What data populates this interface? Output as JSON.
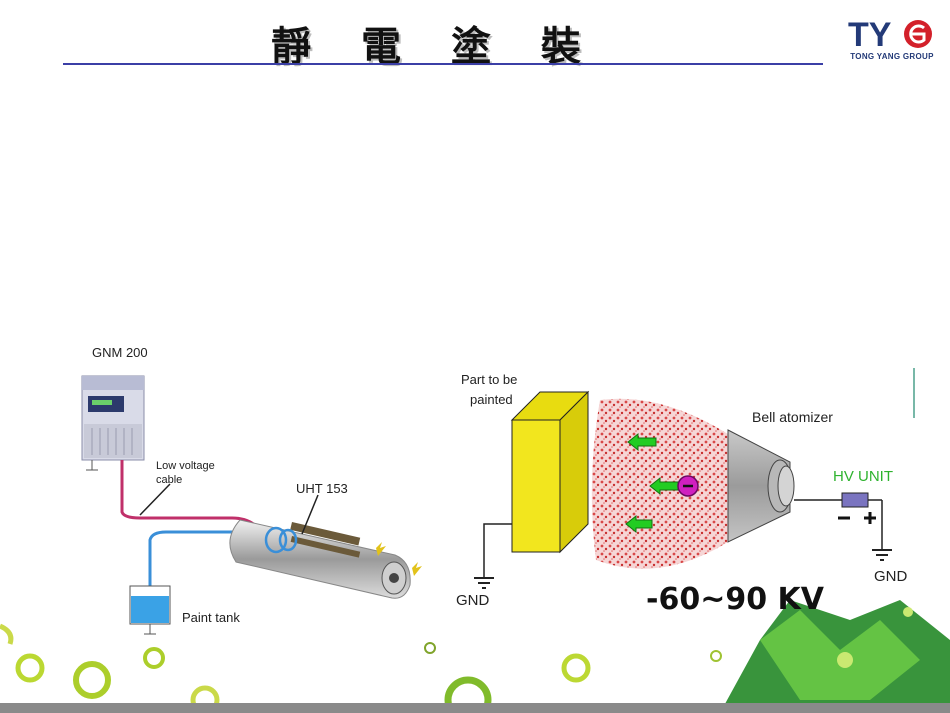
{
  "slide": {
    "title": "靜 電 塗 裝",
    "logo": {
      "mark": "TYG",
      "subtitle": "TONG YANG GROUP"
    }
  },
  "left_diagram": {
    "controller_label": "GNM 200",
    "cable_label_line1": "Low voltage",
    "cable_label_line2": "cable",
    "gun_label": "UHT 153",
    "tank_label": "Paint tank"
  },
  "right_diagram": {
    "part_label_line1": "Part to be",
    "part_label_line2": "painted",
    "atomizer_label": "Bell atomizer",
    "hv_unit_label": "HV UNIT",
    "gnd_left": "GND",
    "gnd_right": "GND",
    "voltage": "-60~90 KV"
  },
  "colors": {
    "title_rule": "#3b3fa6",
    "part": "#f2e61e",
    "hv_unit": "#2fb32f",
    "spray": "#d84848",
    "arrows": "#22cc22",
    "ion": "#d020c0",
    "cable_low_voltage": "#c0306a",
    "paint_line": "#3a8fd8"
  }
}
